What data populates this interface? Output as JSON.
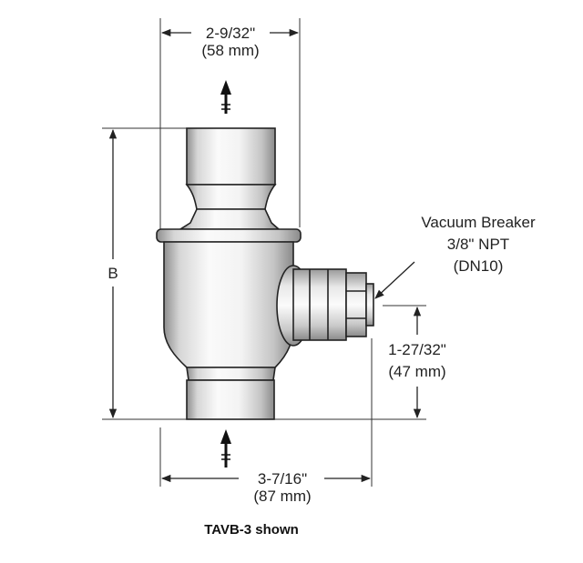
{
  "diagram": {
    "top_width_imperial": "2-9/32\"",
    "top_width_metric": "(58 mm)",
    "height_label": "B",
    "vacuum_breaker_line1": "Vacuum Breaker",
    "vacuum_breaker_line2": "3/8\" NPT",
    "vacuum_breaker_line3": "(DN10)",
    "side_height_imperial": "1-27/32\"",
    "side_height_metric": "(47 mm)",
    "bottom_width_imperial": "3-7/16\"",
    "bottom_width_metric": "(87 mm)",
    "caption": "TAVB-3 shown"
  },
  "colors": {
    "line": "#222222",
    "body_light": "#f2f2f2",
    "body_dark": "#9a9a9a"
  }
}
